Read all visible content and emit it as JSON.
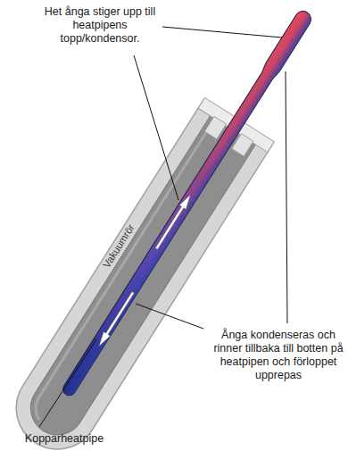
{
  "diagram": {
    "labels": [
      "Het ånga stiger upp till heatpipens topp/kondensor.",
      "Vakuumrör",
      "Ånga kondenseras och rinner tillbaka till botten på heatpipen och förloppet upprepas",
      "Kopparheatpipe"
    ]
  }
}
